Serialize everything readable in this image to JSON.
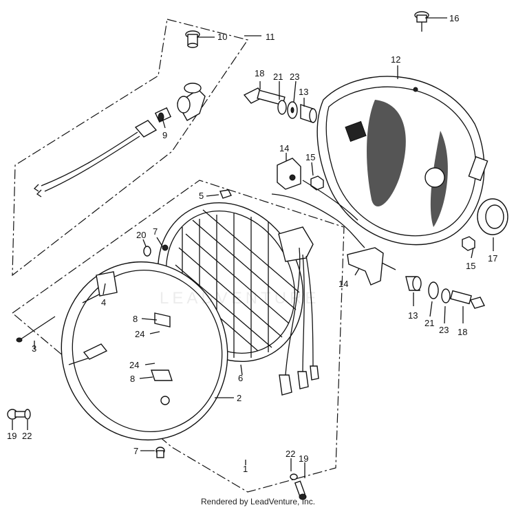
{
  "credit": "Rendered by LeadVenture, Inc.",
  "watermark": "LEADVENTURE",
  "callouts": {
    "c1": "1",
    "c2": "2",
    "c3": "3",
    "c4": "4",
    "c5": "5",
    "c6": "6",
    "c7a": "7",
    "c7b": "7",
    "c8a": "8",
    "c8b": "8",
    "c9": "9",
    "c10": "10",
    "c11": "11",
    "c12": "12",
    "c13a": "13",
    "c13b": "13",
    "c14a": "14",
    "c14b": "14",
    "c15a": "15",
    "c15b": "15",
    "c16": "16",
    "c17": "17",
    "c18a": "18",
    "c18b": "18",
    "c19a": "19",
    "c19b": "19",
    "c20": "20",
    "c21a": "21",
    "c21b": "21",
    "c22a": "22",
    "c22b": "22",
    "c23a": "23",
    "c23b": "23",
    "c24a": "24",
    "c24b": "24"
  }
}
